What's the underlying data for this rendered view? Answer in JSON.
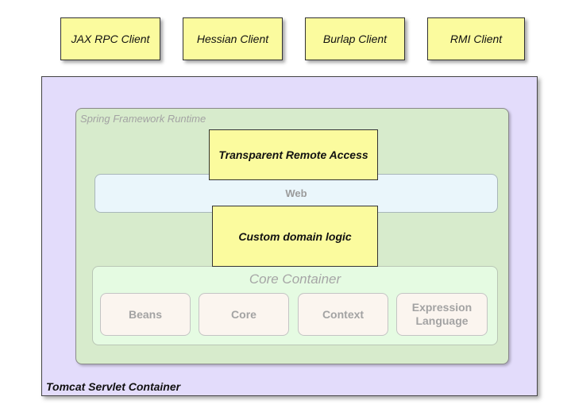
{
  "clients": [
    {
      "label": "JAX RPC Client"
    },
    {
      "label": "Hessian Client"
    },
    {
      "label": "Burlap Client"
    },
    {
      "label": "RMI Client"
    }
  ],
  "tomcat": {
    "label": "Tomcat Servlet Container"
  },
  "spring": {
    "label": "Spring Framework Runtime",
    "remote_access": "Transparent Remote Access",
    "web": "Web",
    "domain_logic": "Custom domain logic",
    "core_container": {
      "label": "Core Container",
      "modules": [
        "Beans",
        "Core",
        "Context",
        "Expression Language"
      ]
    }
  },
  "colors": {
    "client_fill": "#fbfb9e",
    "tomcat_fill": "#e3dcfb",
    "spring_fill": "#d7ebcc",
    "web_fill": "#eaf6fb",
    "core_container_fill": "#e5fbe2",
    "module_fill": "#fbf5ef"
  }
}
